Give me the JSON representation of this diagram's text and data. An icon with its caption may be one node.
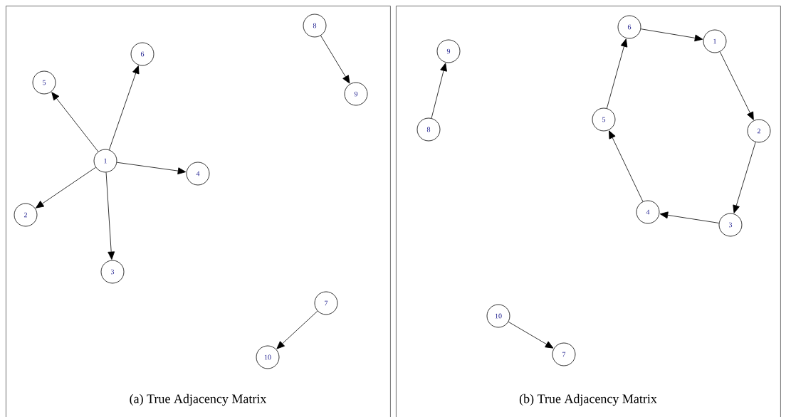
{
  "diagram": {
    "nodes": [
      {
        "text": [
          "(a) True Adjacency Matrix"
        ]
      },
      {
        "text": [
          "1"
        ],
        "in": 0
      },
      {
        "text": [
          "2"
        ],
        "in": 0
      },
      {
        "text": [
          "3"
        ],
        "in": 0
      },
      {
        "text": [
          "4"
        ],
        "in": 0
      },
      {
        "text": [
          "5"
        ],
        "in": 0
      },
      {
        "text": [
          "6"
        ],
        "in": 0
      },
      {
        "text": [
          "7"
        ],
        "in": 0
      },
      {
        "text": [
          "8"
        ],
        "in": 0
      },
      {
        "text": [
          "9"
        ],
        "in": 0
      },
      {
        "text": [
          "10"
        ],
        "in": 0
      },
      {
        "text": [
          "(b) True Adjacency Matrix"
        ]
      },
      {
        "text": [
          "1"
        ],
        "in": 11
      },
      {
        "text": [
          "2"
        ],
        "in": 11
      },
      {
        "text": [
          "3"
        ],
        "in": 11
      },
      {
        "text": [
          "4"
        ],
        "in": 11
      },
      {
        "text": [
          "5"
        ],
        "in": 11
      },
      {
        "text": [
          "6"
        ],
        "in": 11
      },
      {
        "text": [
          "7"
        ],
        "in": 11
      },
      {
        "text": [
          "8"
        ],
        "in": 11
      },
      {
        "text": [
          "9"
        ],
        "in": 11
      },
      {
        "text": [
          "10"
        ],
        "in": 11
      }
    ],
    "edges": [
      {
        "from": 1,
        "to": 5,
        "arrow": "to"
      },
      {
        "from": 1,
        "to": 6,
        "arrow": "to"
      },
      {
        "from": 1,
        "to": 4,
        "arrow": "to"
      },
      {
        "from": 1,
        "to": 2,
        "arrow": "to"
      },
      {
        "from": 1,
        "to": 3,
        "arrow": "to"
      },
      {
        "from": 8,
        "to": 9,
        "arrow": "to"
      },
      {
        "from": 7,
        "to": 10,
        "arrow": "to"
      },
      {
        "from": 17,
        "to": 12,
        "arrow": "to"
      },
      {
        "from": 12,
        "to": 13,
        "arrow": "to"
      },
      {
        "from": 13,
        "to": 14,
        "arrow": "to"
      },
      {
        "from": 14,
        "to": 15,
        "arrow": "to"
      },
      {
        "from": 15,
        "to": 16,
        "arrow": "to"
      },
      {
        "from": 16,
        "to": 17,
        "arrow": "to"
      },
      {
        "from": 19,
        "to": 20,
        "arrow": "to"
      },
      {
        "from": 21,
        "to": 18,
        "arrow": "to"
      }
    ]
  }
}
